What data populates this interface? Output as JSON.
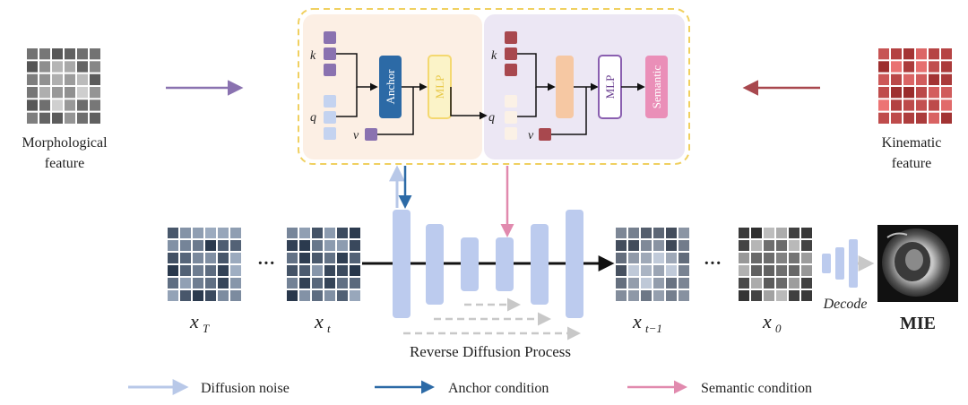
{
  "left_input": {
    "label_line1": "Morphological",
    "label_line2": "feature"
  },
  "right_input": {
    "label_line1": "Kinematic",
    "label_line2": "feature"
  },
  "attention_left": {
    "k": "k",
    "q": "q",
    "v": "v",
    "anchor": "Anchor",
    "mlp": "MLP"
  },
  "attention_right": {
    "k": "k",
    "q": "q",
    "v": "v",
    "mlp": "MLP",
    "semantic": "Semantic"
  },
  "states": {
    "xT": "x",
    "xT_sub": "T",
    "xt": "x",
    "xt_sub": "t",
    "xt1": "x",
    "xt1_sub": "t−1",
    "x0": "x",
    "x0_sub": "0",
    "dots": "···"
  },
  "process": {
    "label": "Reverse Diffusion Process",
    "decode": "Decode",
    "output": "MIE"
  },
  "legend": {
    "noise": "Diffusion noise",
    "anchor": "Anchor condition",
    "semantic": "Semantic condition"
  },
  "colors": {
    "purple": "#8a72b0",
    "red": "#a8484e",
    "blue": "#2c6aa6",
    "pink": "#e18aae",
    "light_blue": "#b8c8e8",
    "unet": "#bccbee",
    "anchor_box": "#2c6aa6",
    "mlp_yellow": "#f4d870",
    "semantic_pink": "#ea8fb8",
    "peach": "#f6c8a3"
  }
}
